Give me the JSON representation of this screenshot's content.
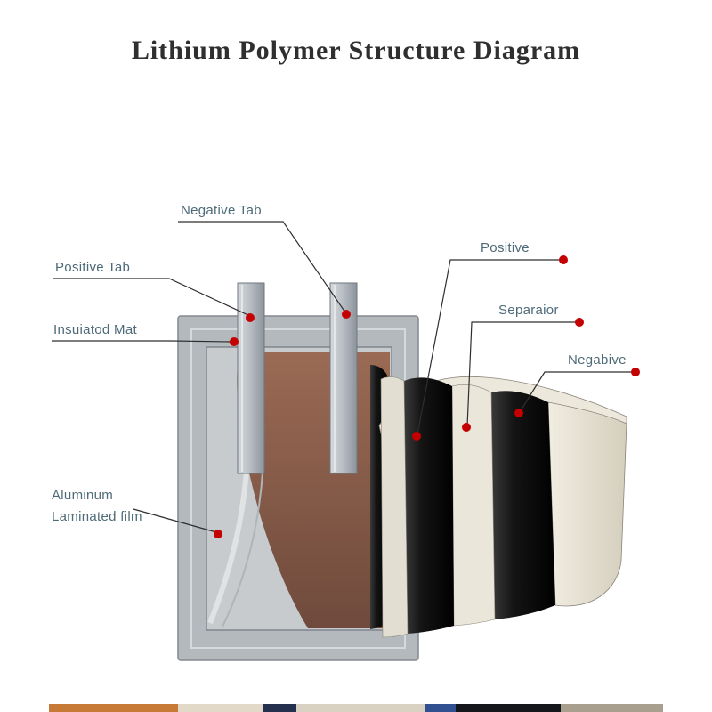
{
  "title": "Lithium Polymer Structure Diagram",
  "labels": {
    "negative_tab": "Negative Tab",
    "positive_tab": "Positive Tab",
    "insulated_mat": "Insuiatod Mat",
    "aluminum_line1": "Aluminum",
    "aluminum_line2": "Laminated film",
    "positive": "Positive",
    "separator": "Separaior",
    "negative": "Negabive"
  },
  "colors": {
    "label_text": "#4e6a78",
    "marker_dot": "#c40000",
    "leader_line": "#2e2e2e",
    "pouch_gray": "#b4b9be",
    "cell_brown": "#8a5d4a",
    "electrode_black": "#141414",
    "separator_cream": "#eae6da"
  },
  "bottom_strip": {
    "segments": [
      {
        "color": "#c77a35",
        "width": 145
      },
      {
        "color": "#e3d9c8",
        "width": 95
      },
      {
        "color": "#24304e",
        "width": 38
      },
      {
        "color": "#d9d2c2",
        "width": 145
      },
      {
        "color": "#31508f",
        "width": 34
      },
      {
        "color": "#14161c",
        "width": 118
      },
      {
        "color": "#a99f8e",
        "width": 115
      }
    ]
  }
}
